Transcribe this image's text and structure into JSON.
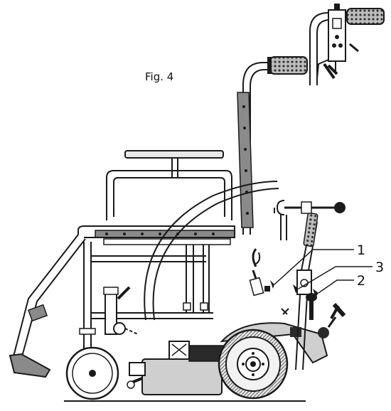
{
  "figure": {
    "title": "Fig. 4",
    "callouts": [
      {
        "id": "1",
        "label": "1"
      },
      {
        "id": "2",
        "label": "2"
      },
      {
        "id": "3",
        "label": "3"
      }
    ]
  },
  "colors": {
    "ink": "#1a1a1a",
    "part_fill": "#cfcfcf",
    "dark_fill": "#2a2a2a",
    "grip": "#8a8a8a",
    "background": "#ffffff"
  }
}
